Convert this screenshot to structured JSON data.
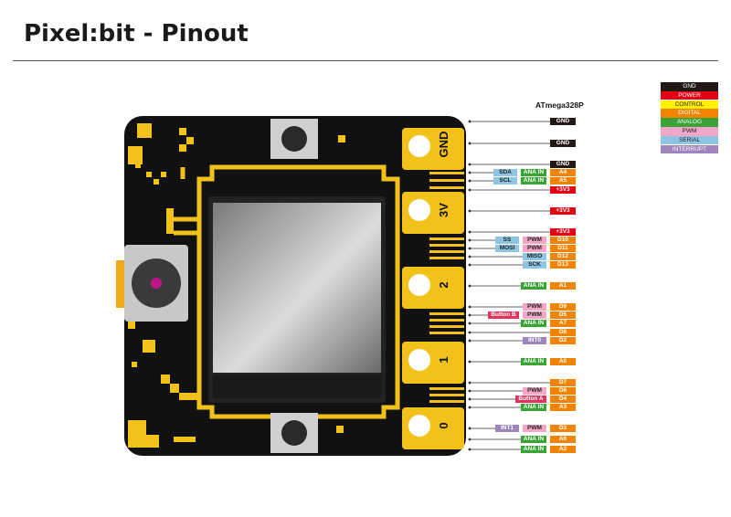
{
  "title": "Pixel:bit - Pinout",
  "chip": "ATmega328P",
  "board": {
    "pad_labels": [
      "GND",
      "3V",
      "2",
      "1",
      "0"
    ]
  },
  "legend": [
    {
      "label": "GND",
      "color": "#231815",
      "text_color": "#ffffff"
    },
    {
      "label": "POWER",
      "color": "#e50012",
      "text_color": "#ffffff"
    },
    {
      "label": "CONTROL",
      "color": "#fff100",
      "text_color": "#222222"
    },
    {
      "label": "DIGITAL",
      "color": "#f08300",
      "text_color": "#ffffff"
    },
    {
      "label": "ANALOG",
      "color": "#3aa335",
      "text_color": "#ffffff"
    },
    {
      "label": "PWM",
      "color": "#f6a6c9",
      "text_color": "#222222"
    },
    {
      "label": "SERIAL",
      "color": "#8ec5e3",
      "text_color": "#222222"
    },
    {
      "label": "INTERRUPT",
      "color": "#9e85bd",
      "text_color": "#ffffff"
    }
  ],
  "pins": [
    {
      "labels": [
        {
          "text": "GND",
          "kind": "gnd"
        }
      ]
    },
    {
      "labels": [
        {
          "text": "GND",
          "kind": "gnd"
        }
      ]
    },
    {
      "labels": [
        {
          "text": "GND",
          "kind": "gnd"
        }
      ]
    },
    {
      "labels": [
        {
          "text": "SDA",
          "kind": "serial"
        },
        {
          "text": "ANA IN",
          "kind": "analog"
        },
        {
          "text": "A4",
          "kind": "digital"
        }
      ]
    },
    {
      "labels": [
        {
          "text": "SCL",
          "kind": "serial"
        },
        {
          "text": "ANA IN",
          "kind": "analog"
        },
        {
          "text": "A5",
          "kind": "digital"
        }
      ]
    },
    {
      "labels": [
        {
          "text": "+3V3",
          "kind": "power"
        }
      ]
    },
    {
      "labels": [
        {
          "text": "+3V3",
          "kind": "power"
        }
      ]
    },
    {
      "labels": [
        {
          "text": "+3V3",
          "kind": "power"
        }
      ]
    },
    {
      "labels": [
        {
          "text": "SS",
          "kind": "serial"
        },
        {
          "text": "PWM",
          "kind": "pwm"
        },
        {
          "text": "D10",
          "kind": "digital"
        }
      ]
    },
    {
      "labels": [
        {
          "text": "MOSI",
          "kind": "serial"
        },
        {
          "text": "PWM",
          "kind": "pwm"
        },
        {
          "text": "D11",
          "kind": "digital"
        }
      ]
    },
    {
      "labels": [
        {
          "text": "MISO",
          "kind": "serial"
        },
        {
          "text": "D12",
          "kind": "digital"
        }
      ]
    },
    {
      "labels": [
        {
          "text": "SCK",
          "kind": "serial"
        },
        {
          "text": "D13",
          "kind": "digital"
        }
      ]
    },
    {
      "labels": [
        {
          "text": "ANA IN",
          "kind": "analog"
        },
        {
          "text": "A1",
          "kind": "digital"
        }
      ]
    },
    {
      "labels": [
        {
          "text": "PWM",
          "kind": "pwm"
        },
        {
          "text": "D9",
          "kind": "digital"
        }
      ]
    },
    {
      "labels": [
        {
          "text": "Button B",
          "kind": "button"
        },
        {
          "text": "PWM",
          "kind": "pwm"
        },
        {
          "text": "D5",
          "kind": "digital"
        }
      ]
    },
    {
      "labels": [
        {
          "text": "ANA IN",
          "kind": "analog"
        },
        {
          "text": "A7",
          "kind": "digital"
        }
      ]
    },
    {
      "labels": [
        {
          "text": "D8",
          "kind": "digital"
        }
      ]
    },
    {
      "labels": [
        {
          "text": "INT0",
          "kind": "interrupt"
        },
        {
          "text": "D2",
          "kind": "digital"
        }
      ]
    },
    {
      "labels": [
        {
          "text": "ANA IN",
          "kind": "analog"
        },
        {
          "text": "A0",
          "kind": "digital"
        }
      ]
    },
    {
      "labels": [
        {
          "text": "D7",
          "kind": "digital"
        }
      ]
    },
    {
      "labels": [
        {
          "text": "PWM",
          "kind": "pwm"
        },
        {
          "text": "D6",
          "kind": "digital"
        }
      ]
    },
    {
      "labels": [
        {
          "text": "Button A",
          "kind": "button"
        },
        {
          "text": "D4",
          "kind": "digital"
        }
      ]
    },
    {
      "labels": [
        {
          "text": "ANA IN",
          "kind": "analog"
        },
        {
          "text": "A3",
          "kind": "digital"
        }
      ]
    },
    {
      "labels": [
        {
          "text": "INT1",
          "kind": "interrupt"
        },
        {
          "text": "PWM",
          "kind": "pwm"
        },
        {
          "text": "D3",
          "kind": "digital"
        }
      ]
    },
    {
      "labels": [
        {
          "text": "ANA IN",
          "kind": "analog"
        },
        {
          "text": "A6",
          "kind": "digital"
        }
      ]
    },
    {
      "labels": [
        {
          "text": "ANA IN",
          "kind": "analog"
        },
        {
          "text": "A2",
          "kind": "digital"
        }
      ]
    }
  ]
}
